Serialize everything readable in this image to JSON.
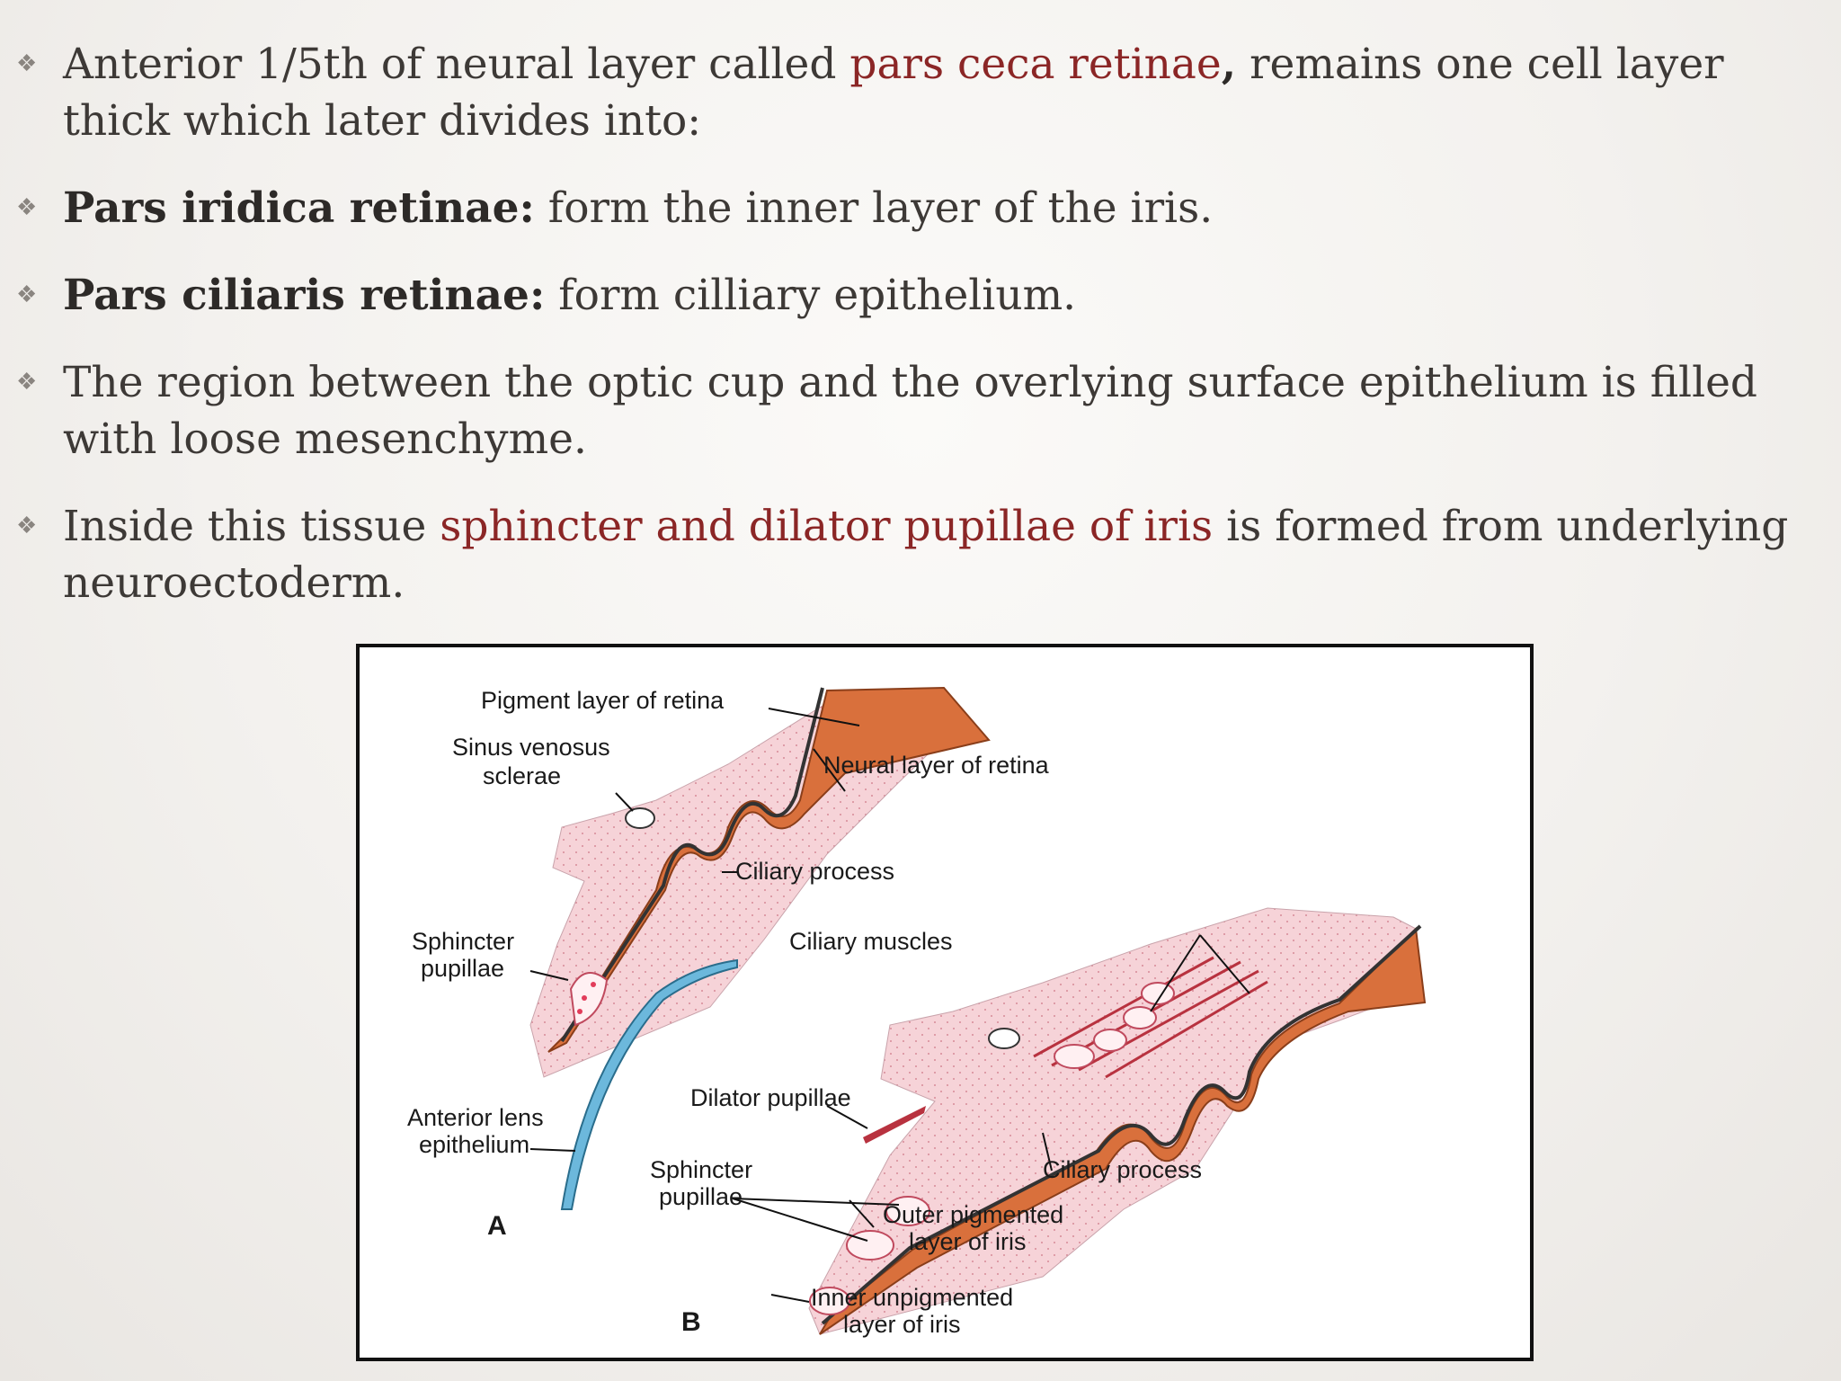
{
  "bullets": [
    {
      "pre": "Anterior 1/5th of neural layer called ",
      "hl": "pars ceca retinae",
      "post_bold": ",",
      "post": " remains one cell layer thick which later divides into:"
    },
    {
      "bold": "Pars iridica retinae:",
      "post": " form the inner layer of the iris."
    },
    {
      "bold": "Pars ciliaris retinae:",
      "post": " form cilliary epithelium."
    },
    {
      "post": "The region between the optic cup and the overlying surface epithelium is filled with loose mesenchyme."
    },
    {
      "pre": "Inside this tissue ",
      "hl": "sphincter and dilator pupillae of iris",
      "post": " is formed from underlying neuroectoderm."
    }
  ],
  "bullet_glyph": "❖",
  "colors": {
    "highlight": "#8b2626",
    "tissue": "#f6d3d8",
    "neural": "#d9703c",
    "lens": "#6cb8dc"
  },
  "figure": {
    "panel_a": "A",
    "panel_b": "B",
    "labels": {
      "pigment_layer": "Pigment layer of retina",
      "sinus_1": "Sinus venosus",
      "sinus_2": "sclerae",
      "neural_layer": "Neural layer of retina",
      "ciliary_process_a": "Ciliary process",
      "sphincter_a_1": "Sphincter",
      "sphincter_a_2": "pupillae",
      "ant_lens_1": "Anterior lens",
      "ant_lens_2": "epithelium",
      "ciliary_muscles": "Ciliary muscles",
      "dilator": "Dilator pupillae",
      "sphincter_b_1": "Sphincter",
      "sphincter_b_2": "pupillae",
      "ciliary_process_b": "Ciliary process",
      "outer_1": "Outer pigmented",
      "outer_2": "layer of iris",
      "inner_1": "Inner unpigmented",
      "inner_2": "layer of iris"
    }
  }
}
